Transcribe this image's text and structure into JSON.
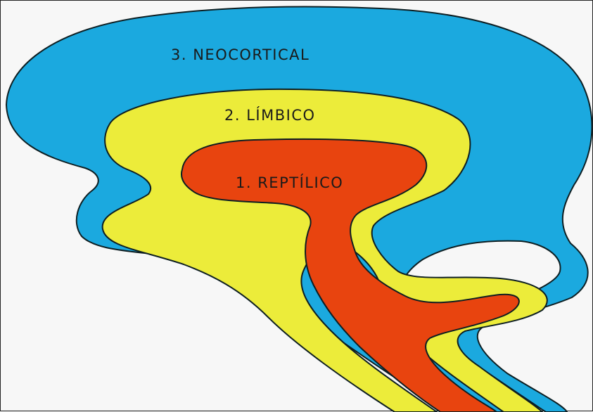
{
  "diagram": {
    "layers": [
      {
        "label": "3. NEOCORTICAL",
        "color": "#1ba9df"
      },
      {
        "label": "2. LÍMBICO",
        "color": "#ecec3a"
      },
      {
        "label": "1. REPTÍLICO",
        "color": "#e8440f"
      }
    ],
    "outline_color": "#0d1e22",
    "background": "#f7f7f7"
  }
}
